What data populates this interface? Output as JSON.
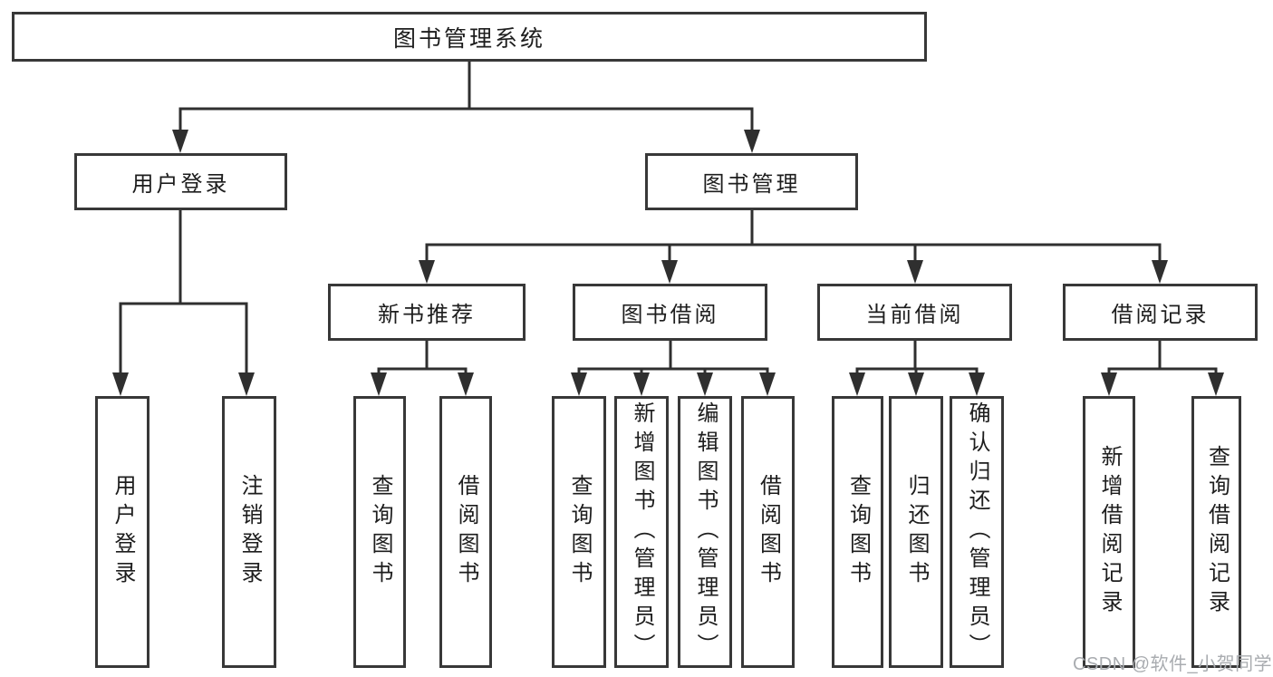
{
  "diagram": {
    "type": "tree-structure-chart",
    "colors": {
      "background": "#ffffff",
      "box_border": "#383838",
      "connector_line": "#2f2f2f",
      "text": "#1d1d1d",
      "watermark": "#a9acb0"
    }
  },
  "tree": {
    "root": {
      "label": "图书管理系统",
      "children": [
        {
          "label": "用户登录",
          "children": [
            {
              "label": "用户登录"
            },
            {
              "label": "注销登录"
            }
          ]
        },
        {
          "label": "图书管理",
          "children": [
            {
              "label": "新书推荐",
              "children": [
                {
                  "label": "查询图书"
                },
                {
                  "label": "借阅图书"
                }
              ]
            },
            {
              "label": "图书借阅",
              "children": [
                {
                  "label": "查询图书"
                },
                {
                  "label": "新增图书（管理员）"
                },
                {
                  "label": "编辑图书（管理员）"
                },
                {
                  "label": "借阅图书"
                }
              ]
            },
            {
              "label": "当前借阅",
              "children": [
                {
                  "label": "查询图书"
                },
                {
                  "label": "归还图书"
                },
                {
                  "label": "确认归还（管理员）"
                }
              ]
            },
            {
              "label": "借阅记录",
              "children": [
                {
                  "label": "新增借阅记录"
                },
                {
                  "label": "查询借阅记录"
                }
              ]
            }
          ]
        }
      ]
    }
  },
  "watermark": {
    "text": "CSDN @软件_小贺同学"
  }
}
